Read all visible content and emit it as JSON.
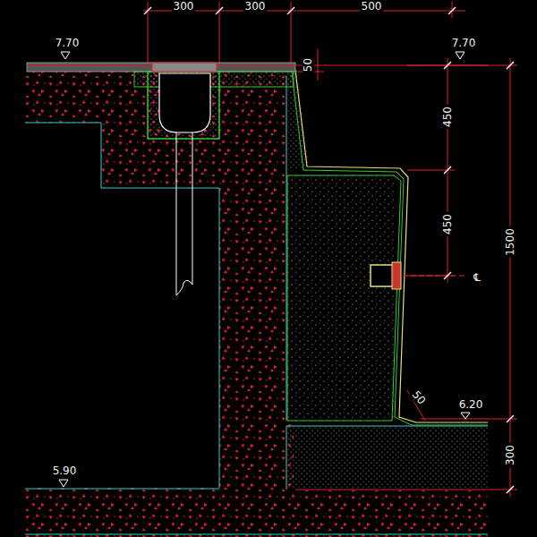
{
  "diagram": {
    "labels": [
      "300",
      "300",
      "500",
      "7.70",
      "7.70",
      "50",
      "450",
      "450",
      "1500",
      "℄",
      "50",
      "6.20",
      "5.90",
      "300"
    ]
  }
}
